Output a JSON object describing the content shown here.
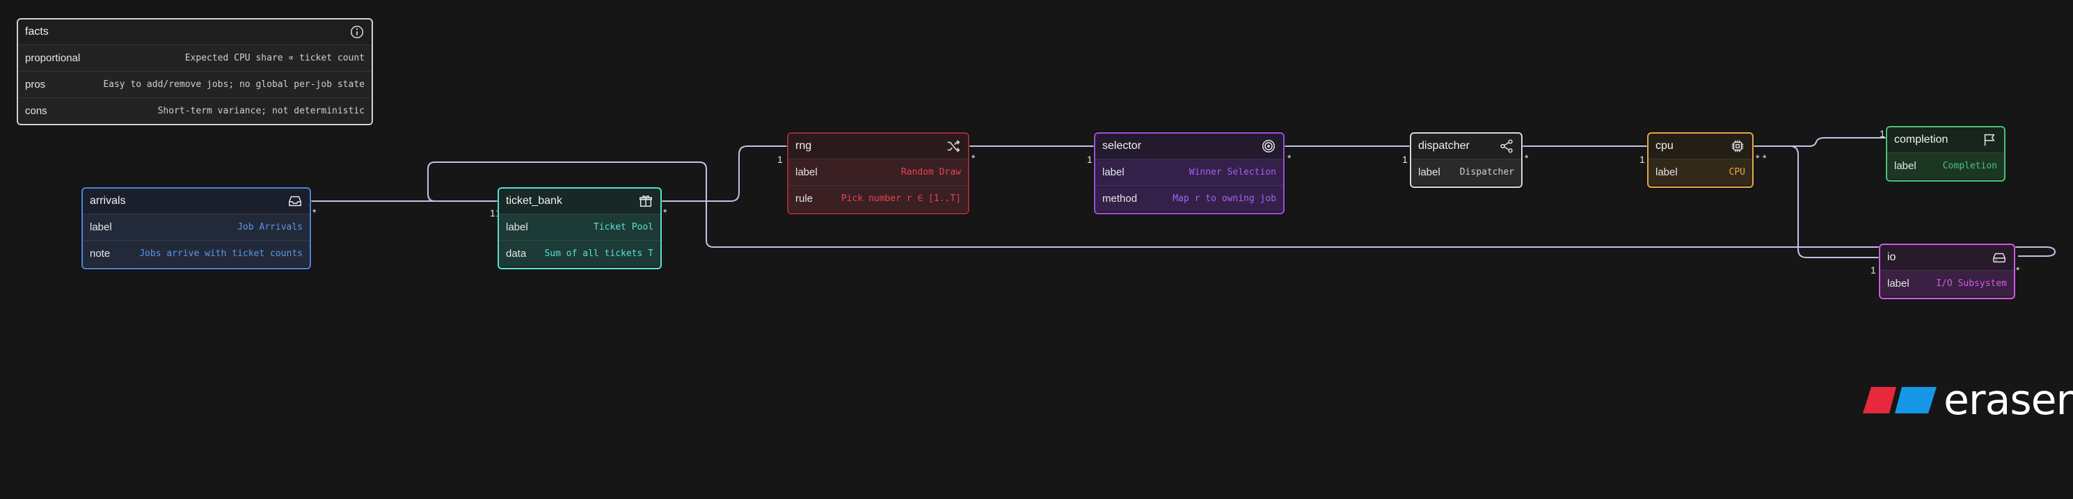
{
  "brand": {
    "logo_text": "eraser"
  },
  "colors": {
    "facts": "#d4d4d4",
    "arrivals": "#4e86d8",
    "ticket_bank": "#5ee0d0",
    "rng": "#9a2e35",
    "selector": "#a14de0",
    "dispatcher": "#d9d9d9",
    "cpu": "#e6a64a",
    "completion": "#4cc477",
    "io": "#d05ce0",
    "line": "#c3c3e8"
  },
  "entities": {
    "facts": {
      "title": "facts",
      "icon": "info-icon",
      "rows": [
        {
          "key": "proportional",
          "value": "Expected CPU share ∝ ticket count"
        },
        {
          "key": "pros",
          "value": "Easy to add/remove jobs; no global per-job state"
        },
        {
          "key": "cons",
          "value": "Short-term variance; not deterministic"
        }
      ]
    },
    "arrivals": {
      "title": "arrivals",
      "icon": "inbox-icon",
      "rows": [
        {
          "key": "label",
          "value": "Job Arrivals"
        },
        {
          "key": "note",
          "value": "Jobs arrive with ticket counts"
        }
      ]
    },
    "ticket_bank": {
      "title": "ticket_bank",
      "icon": "gift-icon",
      "rows": [
        {
          "key": "label",
          "value": "Ticket Pool"
        },
        {
          "key": "data",
          "value": "Sum of all tickets T"
        }
      ]
    },
    "rng": {
      "title": "rng",
      "icon": "shuffle-icon",
      "rows": [
        {
          "key": "label",
          "value": "Random Draw"
        },
        {
          "key": "rule",
          "value": "Pick number r ∈ [1..T]"
        }
      ]
    },
    "selector": {
      "title": "selector",
      "icon": "target-icon",
      "rows": [
        {
          "key": "label",
          "value": "Winner Selection"
        },
        {
          "key": "method",
          "value": "Map r to owning job"
        }
      ]
    },
    "dispatcher": {
      "title": "dispatcher",
      "icon": "share-icon",
      "rows": [
        {
          "key": "label",
          "value": "Dispatcher"
        }
      ]
    },
    "cpu": {
      "title": "cpu",
      "icon": "cpu-icon",
      "rows": [
        {
          "key": "label",
          "value": "CPU"
        }
      ]
    },
    "completion": {
      "title": "completion",
      "icon": "flag-icon",
      "rows": [
        {
          "key": "label",
          "value": "Completion"
        }
      ]
    },
    "io": {
      "title": "io",
      "icon": "hard-drive-icon",
      "rows": [
        {
          "key": "label",
          "value": "I/O Subsystem"
        }
      ]
    }
  },
  "markers": {
    "one": "1",
    "many": "*"
  }
}
